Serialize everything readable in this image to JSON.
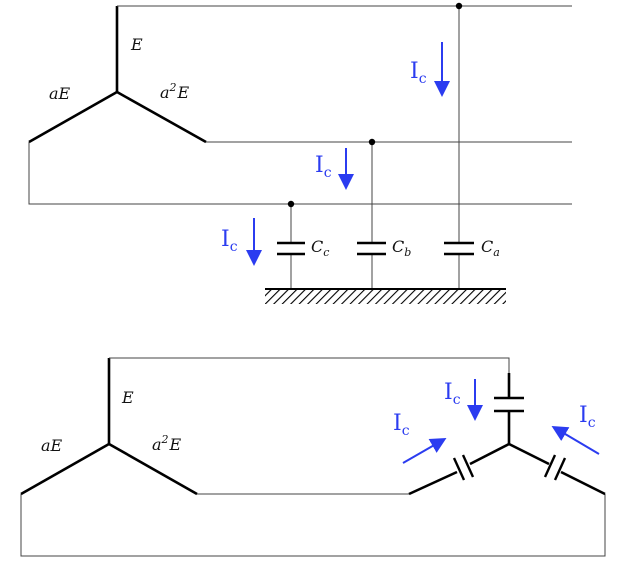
{
  "colors": {
    "line": "#000000",
    "thin": "#444444",
    "current": "#2b3cf0"
  },
  "source_labels": {
    "e": "E",
    "ae": "aE",
    "a": "a",
    "sup2": "2",
    "a2e_tail": "E"
  },
  "capacitor_labels": {
    "c": {
      "main": "C",
      "sub": "c"
    },
    "b": {
      "main": "C",
      "sub": "b"
    },
    "a": {
      "main": "C",
      "sub": "a"
    }
  },
  "current_label": {
    "main": "I",
    "sub": "c"
  },
  "icons": [
    "ground-hatch",
    "capacitor",
    "arrow"
  ]
}
